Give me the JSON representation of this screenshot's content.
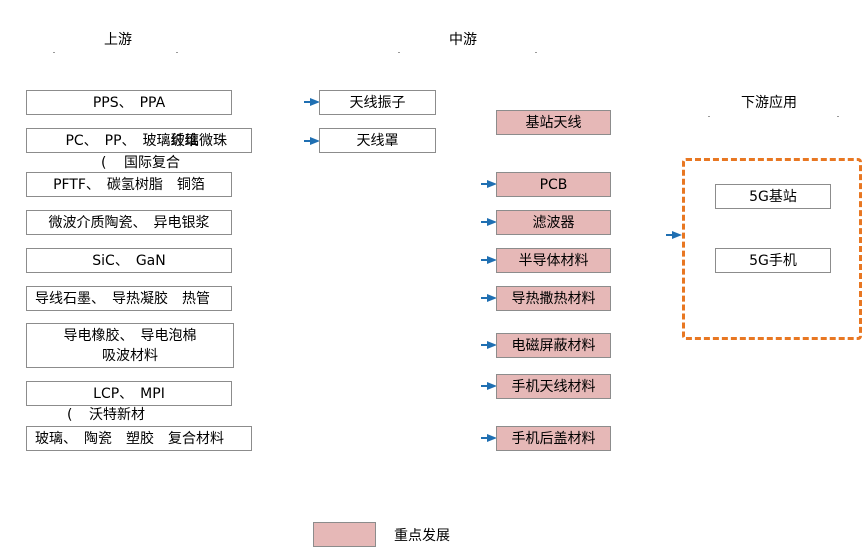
{
  "headers": {
    "upstream": "上游",
    "midstream": "中游",
    "downstream": "下游应用"
  },
  "upstream": {
    "b1": "PPS、　PPA",
    "b2a": "PC、　PP、　玻璃纤维",
    "b2b": "玻璃微珠",
    "b2_note_paren": "(",
    "b2_note": "国际复合",
    "b3": "PFTF、　碳氢树脂　铜箔",
    "b4": "微波介质陶瓷、　异电银浆",
    "b5": "SiC、　GaN",
    "b6": "导线石墨、　导热凝胶　热管",
    "b7_line1": "导电橡胶、　导电泡棉",
    "b7_line2": "吸波材料",
    "b8": "LCP、　MPI",
    "b8_note_paren": "(",
    "b8_note": "沃特新材",
    "b9": "玻璃、　陶瓷　塑胶　复合材料"
  },
  "midstream_left": {
    "m1": "天线振子",
    "m2": "天线罩"
  },
  "midstream_right": {
    "r1": "基站天线",
    "r2": "PCB",
    "r3": "滤波器",
    "r4": "半导体材料",
    "r5": "导热撒热材料",
    "r6": "电磁屏蔽材料",
    "r7": "手机天线材料",
    "r8": "手机后盖材料"
  },
  "downstream": {
    "d1": "5G基站",
    "d2": "5G手机"
  },
  "legend": {
    "label": "重点发展",
    "color": "#e6b8b7"
  },
  "colors": {
    "arrow": "#1f6fb2",
    "dashed_border": "#e87722",
    "highlight": "#e6b8b7"
  }
}
